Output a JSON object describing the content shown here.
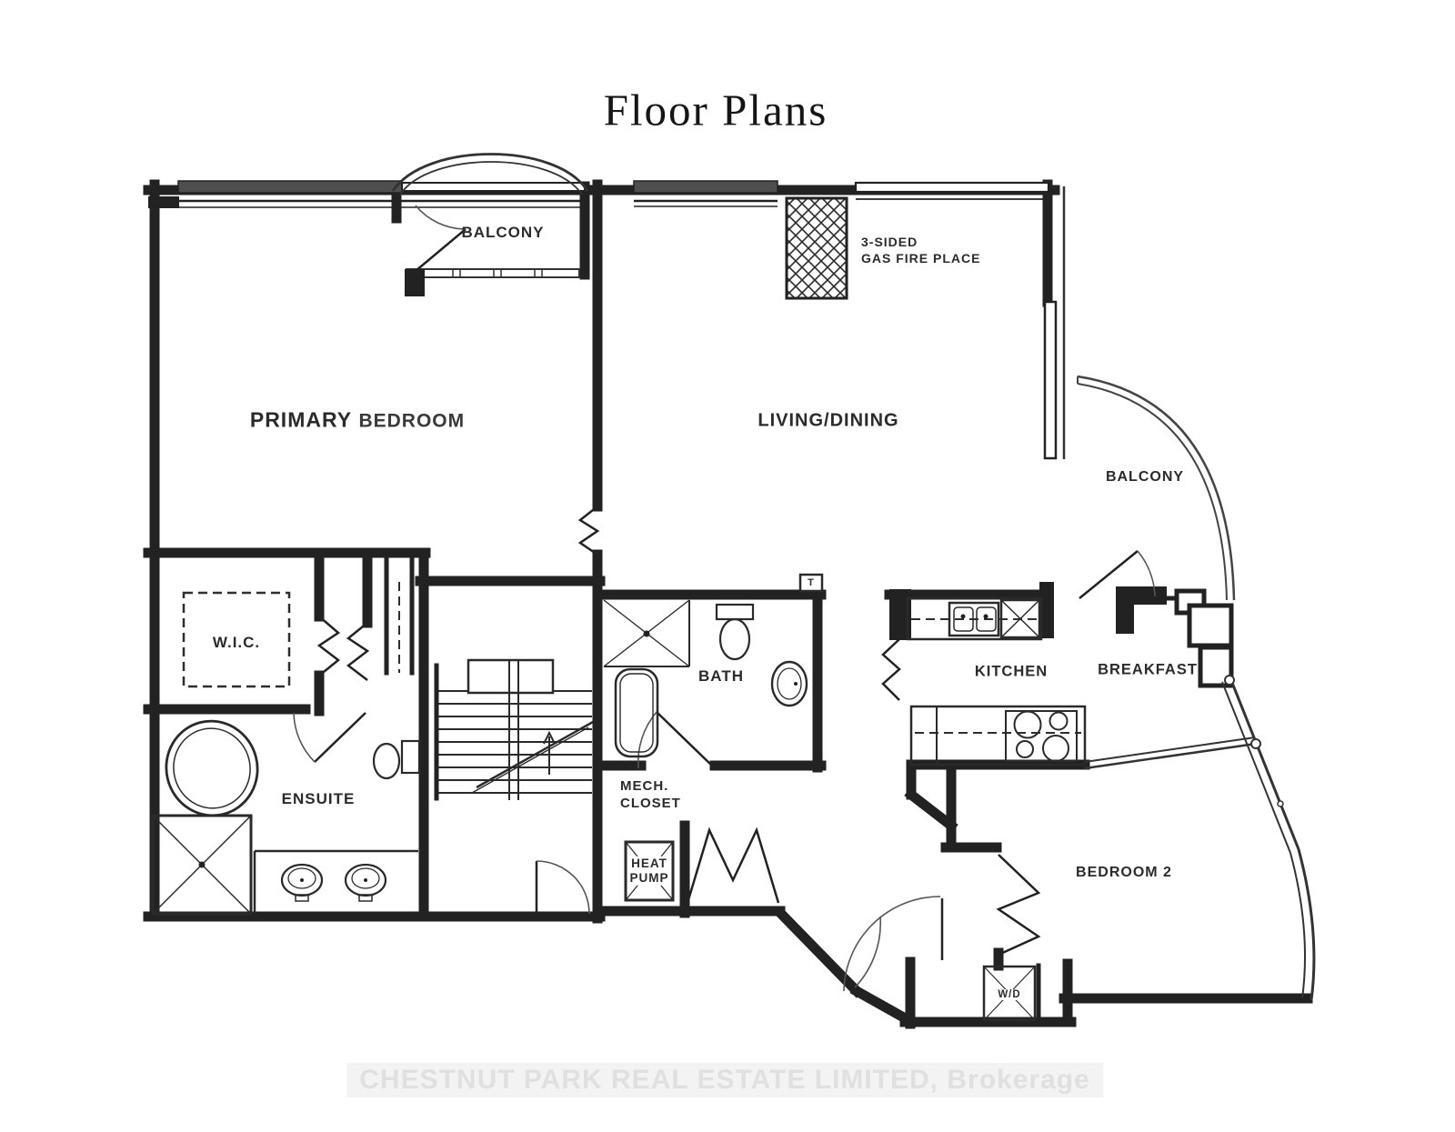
{
  "page": {
    "title": "Floor Plans",
    "background": "#ffffff"
  },
  "watermark": {
    "text": "CHESTNUT PARK REAL ESTATE LIMITED, Brokerage"
  },
  "rooms": {
    "primary_word1": "PRIMARY",
    "primary_word2": "BEDROOM",
    "balcony_top": "BALCONY",
    "living_dining": "LIVING/DINING",
    "fireplace_line1": "3-SIDED",
    "fireplace_line2": "GAS FIRE PLACE",
    "balcony_right": "BALCONY",
    "wic": "W.I.C.",
    "ensuite": "ENSUITE",
    "bath": "BATH",
    "mech_line1": "MECH.",
    "mech_line2": "CLOSET",
    "heat_line1": "HEAT",
    "heat_line2": "PUMP",
    "kitchen": "KITCHEN",
    "breakfast": "BREAKFAST",
    "bedroom2": "BEDROOM 2",
    "wd": "W/D",
    "thermostat": "T"
  },
  "colors": {
    "wall": "#222222",
    "thin_line": "#333333",
    "window_band": "#4e4e4e",
    "watermark_text": "#e0e0e0",
    "label_text": "#2b2b2b"
  }
}
